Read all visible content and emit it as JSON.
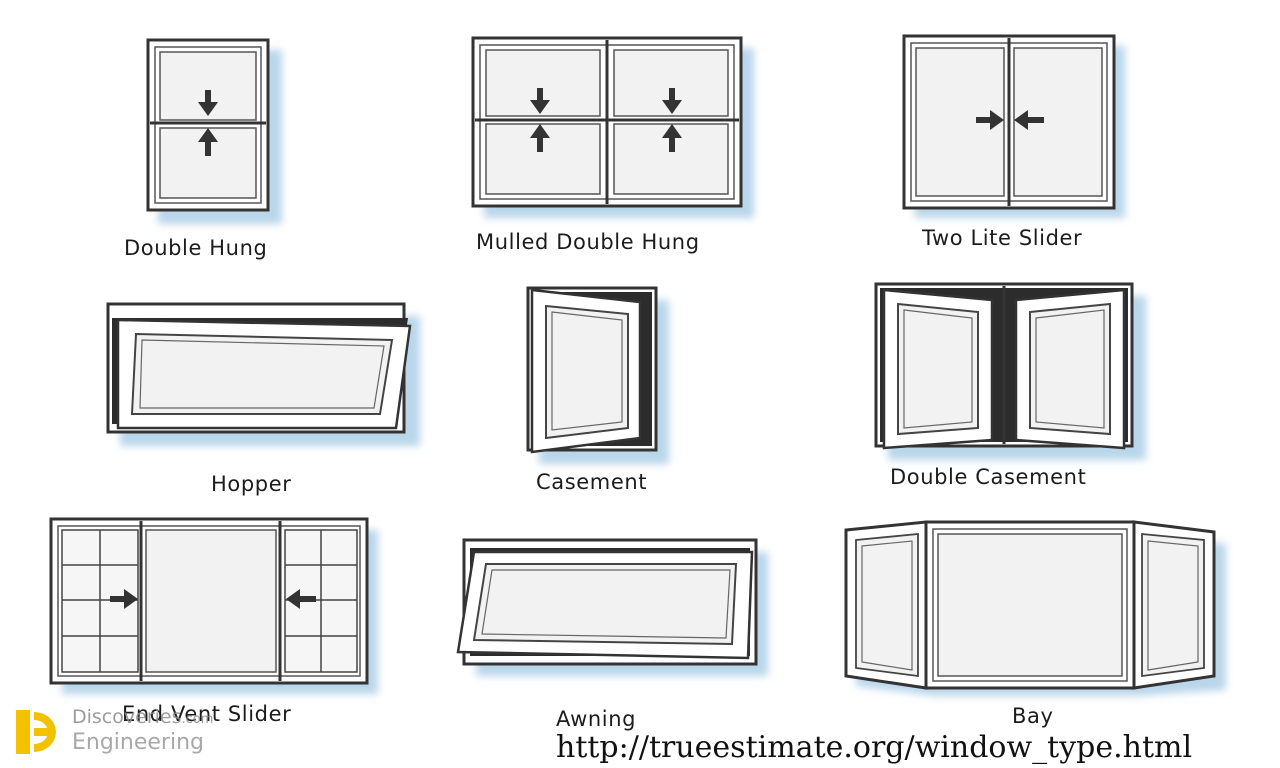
{
  "windows": [
    {
      "id": "double-hung",
      "label": "Double Hung"
    },
    {
      "id": "mulled-double-hung",
      "label": "Mulled Double Hung"
    },
    {
      "id": "two-lite-slider",
      "label": "Two Lite Slider"
    },
    {
      "id": "hopper",
      "label": "Hopper"
    },
    {
      "id": "casement",
      "label": "Casement"
    },
    {
      "id": "double-casement",
      "label": "Double Casement"
    },
    {
      "id": "end-vent-slider",
      "label": "End Vent Slider"
    },
    {
      "id": "awning",
      "label": "Awning"
    },
    {
      "id": "bay",
      "label": "Bay"
    }
  ],
  "source_url": "http://trueestimate.org/window_type.html",
  "watermark": {
    "line1": "Discoveries",
    "line1_suffix": ".com",
    "line2": "Engineering"
  },
  "colors": {
    "frame": "#333333",
    "glass": "#f2f2f2",
    "shadow": "#b9d6ea",
    "arrow": "#333333",
    "watermark_accent": "#f2c200"
  }
}
